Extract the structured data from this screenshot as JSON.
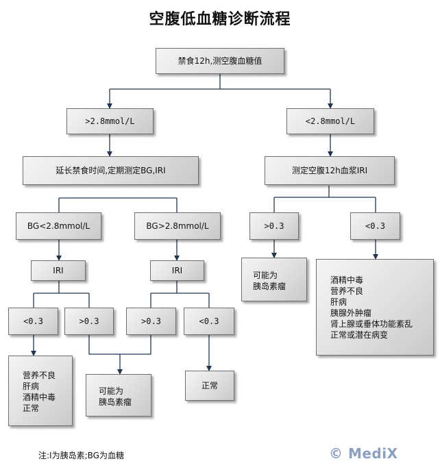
{
  "title": "空腹低血糖诊断流程",
  "boxes": {
    "root": "禁食12h,测空腹血糖值",
    "left_gt": ">2.8mmol/L",
    "right_lt": "<2.8mmol/L",
    "extend_fast": "延长禁食时间,定期测定BG,IRI",
    "measure_iri": "测定空腹12h血浆IRI",
    "bg_lt": "BG<2.8mmol/L",
    "bg_gt": "BG>2.8mmol/L",
    "r_gt03": ">0.3",
    "r_lt03": "<0.3",
    "iri_left": "IRI",
    "iri_right": "IRI",
    "ll_lt03": "<0.3",
    "lr_gt03": ">0.3",
    "rl_gt03": ">0.3",
    "rr_lt03": "<0.3",
    "r_insulinoma": [
      "可能为",
      "胰岛素瘤"
    ],
    "r_causes": [
      "酒精中毒",
      "营养不良",
      "肝病",
      "胰腺外肿瘤",
      "肾上腺或垂体功能紊乱",
      "正常或潜在病变"
    ],
    "ll_causes": [
      "营养不良",
      "肝病",
      "酒精中毒",
      "正常"
    ],
    "mid_insulinoma": [
      "可能为",
      "胰岛素瘤"
    ],
    "normal": "正常"
  },
  "footer": {
    "note": "注:I为胰岛素;BG为血糖",
    "logo": "© MediX"
  }
}
